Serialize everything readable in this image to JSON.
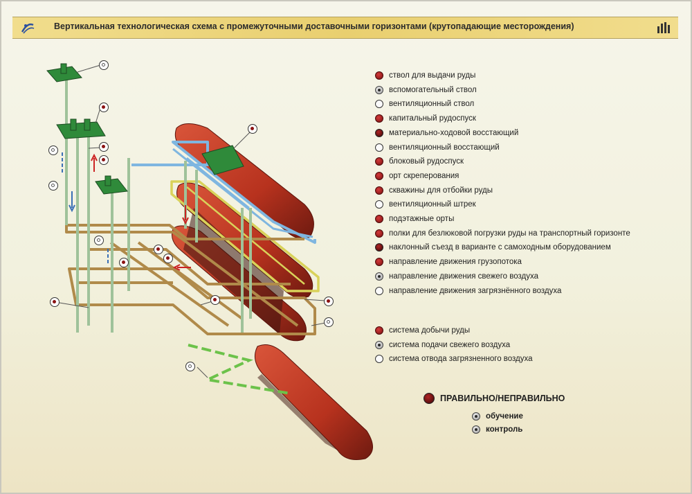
{
  "title": "Вертикальная технологическая схема с промежуточными доставочными горизонтами (крутопадающие месторождения)",
  "legend_items": [
    {
      "label": "ствол для выдачи руды",
      "style": "red"
    },
    {
      "label": "вспомогательный ствол",
      "style": "grey"
    },
    {
      "label": "вентиляционный ствол",
      "style": "white"
    },
    {
      "label": "капитальный рудоспуск",
      "style": "red"
    },
    {
      "label": "материально-ходовой восстающий",
      "style": "darkx"
    },
    {
      "label": "вентиляционный восстающий",
      "style": "white"
    },
    {
      "label": "блоковый рудоспуск",
      "style": "red"
    },
    {
      "label": "орт скреперования",
      "style": "red"
    },
    {
      "label": "скважины для отбойки руды",
      "style": "red"
    },
    {
      "label": "вентиляционный штрек",
      "style": "white"
    },
    {
      "label": "подэтажные орты",
      "style": "red"
    },
    {
      "label": "полки для безлюковой погрузки руды на транспортный горизонте",
      "style": "red"
    },
    {
      "label": "наклонный съезд в варианте с самоходным оборудованием",
      "style": "darkx"
    },
    {
      "label": "направление движения грузопотока",
      "style": "red"
    },
    {
      "label": "направление движения свежего воздуха",
      "style": "grey"
    },
    {
      "label": "направление движения загрязнённого воздуха",
      "style": "white"
    }
  ],
  "system_items": [
    {
      "label": "система добычи руды",
      "style": "red"
    },
    {
      "label": "система подачи свежего воздуха",
      "style": "grey"
    },
    {
      "label": "система отвода загрязненного воздуха",
      "style": "white"
    }
  ],
  "mode": {
    "check_label": "ПРАВИЛЬНО/НЕПРАВИЛЬНО",
    "learn_label": "обучение",
    "control_label": "контроль"
  },
  "colors": {
    "ore": "#c8402c",
    "gallery": "#b08a4a",
    "fresh_air": "#7fb6e0",
    "ventilation": "#d9d25a",
    "shaft": "#9fc29a",
    "accent_green": "#2f8a3a"
  }
}
